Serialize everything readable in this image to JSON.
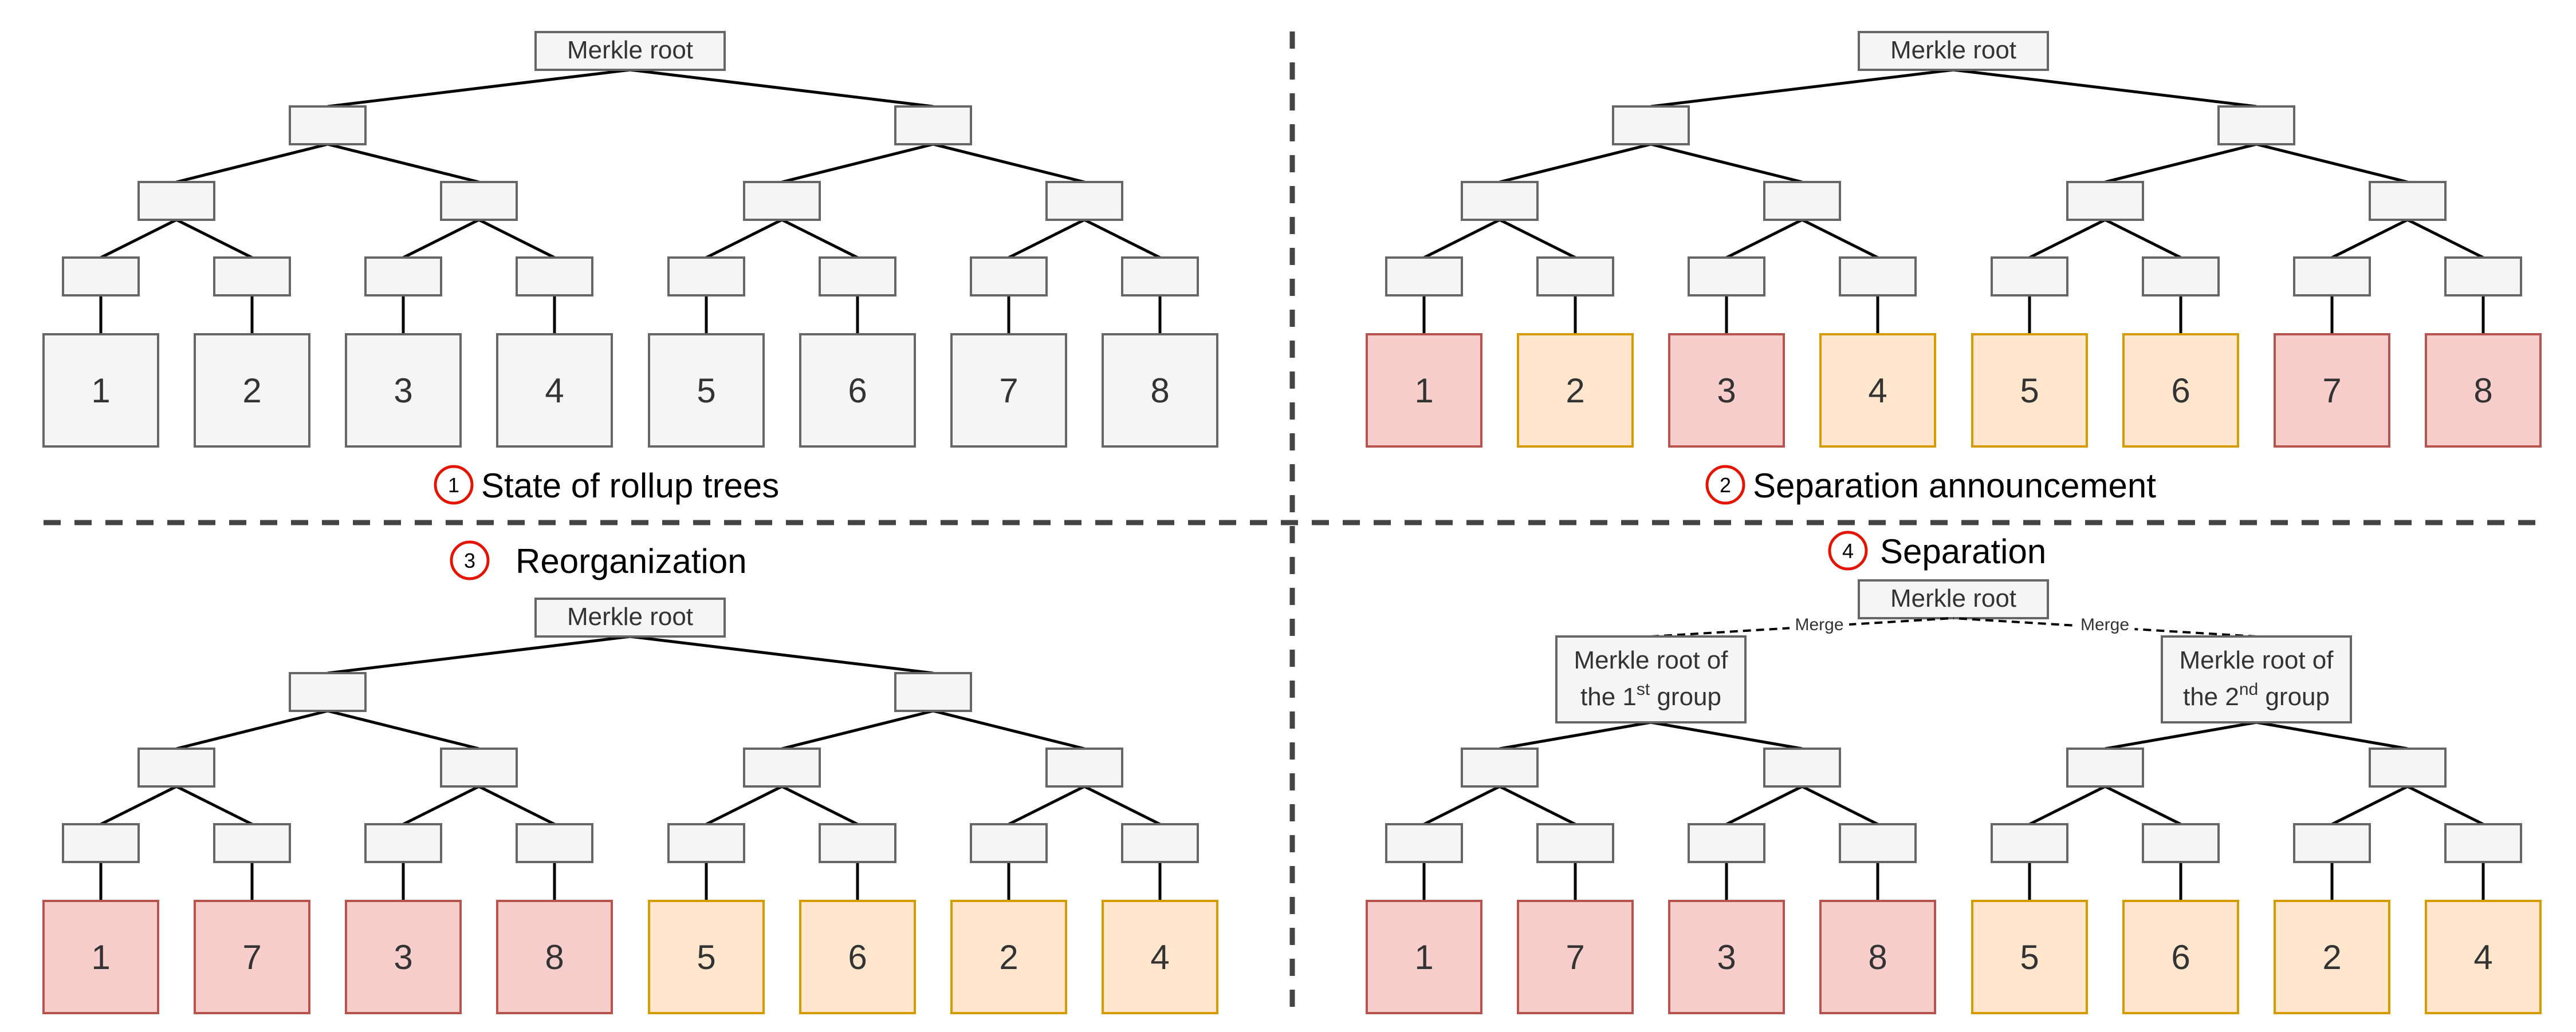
{
  "colors": {
    "background": "#ffffff",
    "node_fill": "#f5f5f5",
    "node_stroke": "#666666",
    "group1_fill": "#f8cecc",
    "group1_stroke": "#b85450",
    "group2_fill": "#ffe6cc",
    "group2_stroke": "#d79b00",
    "badge_stroke": "#e51400",
    "divider": "#444444",
    "edge": "#000000"
  },
  "panels": [
    {
      "id": "panel-1",
      "step": "1",
      "caption": "State of rollup trees",
      "root_label": "Merkle root",
      "split_roots": false,
      "leaves": [
        {
          "label": "1",
          "group": "none"
        },
        {
          "label": "2",
          "group": "none"
        },
        {
          "label": "3",
          "group": "none"
        },
        {
          "label": "4",
          "group": "none"
        },
        {
          "label": "5",
          "group": "none"
        },
        {
          "label": "6",
          "group": "none"
        },
        {
          "label": "7",
          "group": "none"
        },
        {
          "label": "8",
          "group": "none"
        }
      ]
    },
    {
      "id": "panel-2",
      "step": "2",
      "caption": "Separation announcement",
      "root_label": "Merkle root",
      "split_roots": false,
      "leaves": [
        {
          "label": "1",
          "group": "group1"
        },
        {
          "label": "2",
          "group": "group2"
        },
        {
          "label": "3",
          "group": "group1"
        },
        {
          "label": "4",
          "group": "group2"
        },
        {
          "label": "5",
          "group": "group2"
        },
        {
          "label": "6",
          "group": "group2"
        },
        {
          "label": "7",
          "group": "group1"
        },
        {
          "label": "8",
          "group": "group1"
        }
      ]
    },
    {
      "id": "panel-3",
      "step": "3",
      "caption": "Reorganization",
      "root_label": "Merkle root",
      "split_roots": false,
      "leaves": [
        {
          "label": "1",
          "group": "group1"
        },
        {
          "label": "7",
          "group": "group1"
        },
        {
          "label": "3",
          "group": "group1"
        },
        {
          "label": "8",
          "group": "group1"
        },
        {
          "label": "5",
          "group": "group2"
        },
        {
          "label": "6",
          "group": "group2"
        },
        {
          "label": "2",
          "group": "group2"
        },
        {
          "label": "4",
          "group": "group2"
        }
      ]
    },
    {
      "id": "panel-4",
      "step": "4",
      "caption": "Separation",
      "root_label": "Merkle root",
      "split_roots": true,
      "merge_label": "Merge",
      "group_roots": [
        {
          "line1": "Merkle root of",
          "line2_prefix": "the 1",
          "line2_sup": "st",
          "line2_suffix": " group"
        },
        {
          "line1": "Merkle root of",
          "line2_prefix": "the 2",
          "line2_sup": "nd",
          "line2_suffix": " group"
        }
      ],
      "leaves": [
        {
          "label": "1",
          "group": "group1"
        },
        {
          "label": "7",
          "group": "group1"
        },
        {
          "label": "3",
          "group": "group1"
        },
        {
          "label": "8",
          "group": "group1"
        },
        {
          "label": "5",
          "group": "group2"
        },
        {
          "label": "6",
          "group": "group2"
        },
        {
          "label": "2",
          "group": "group2"
        },
        {
          "label": "4",
          "group": "group2"
        }
      ]
    }
  ]
}
